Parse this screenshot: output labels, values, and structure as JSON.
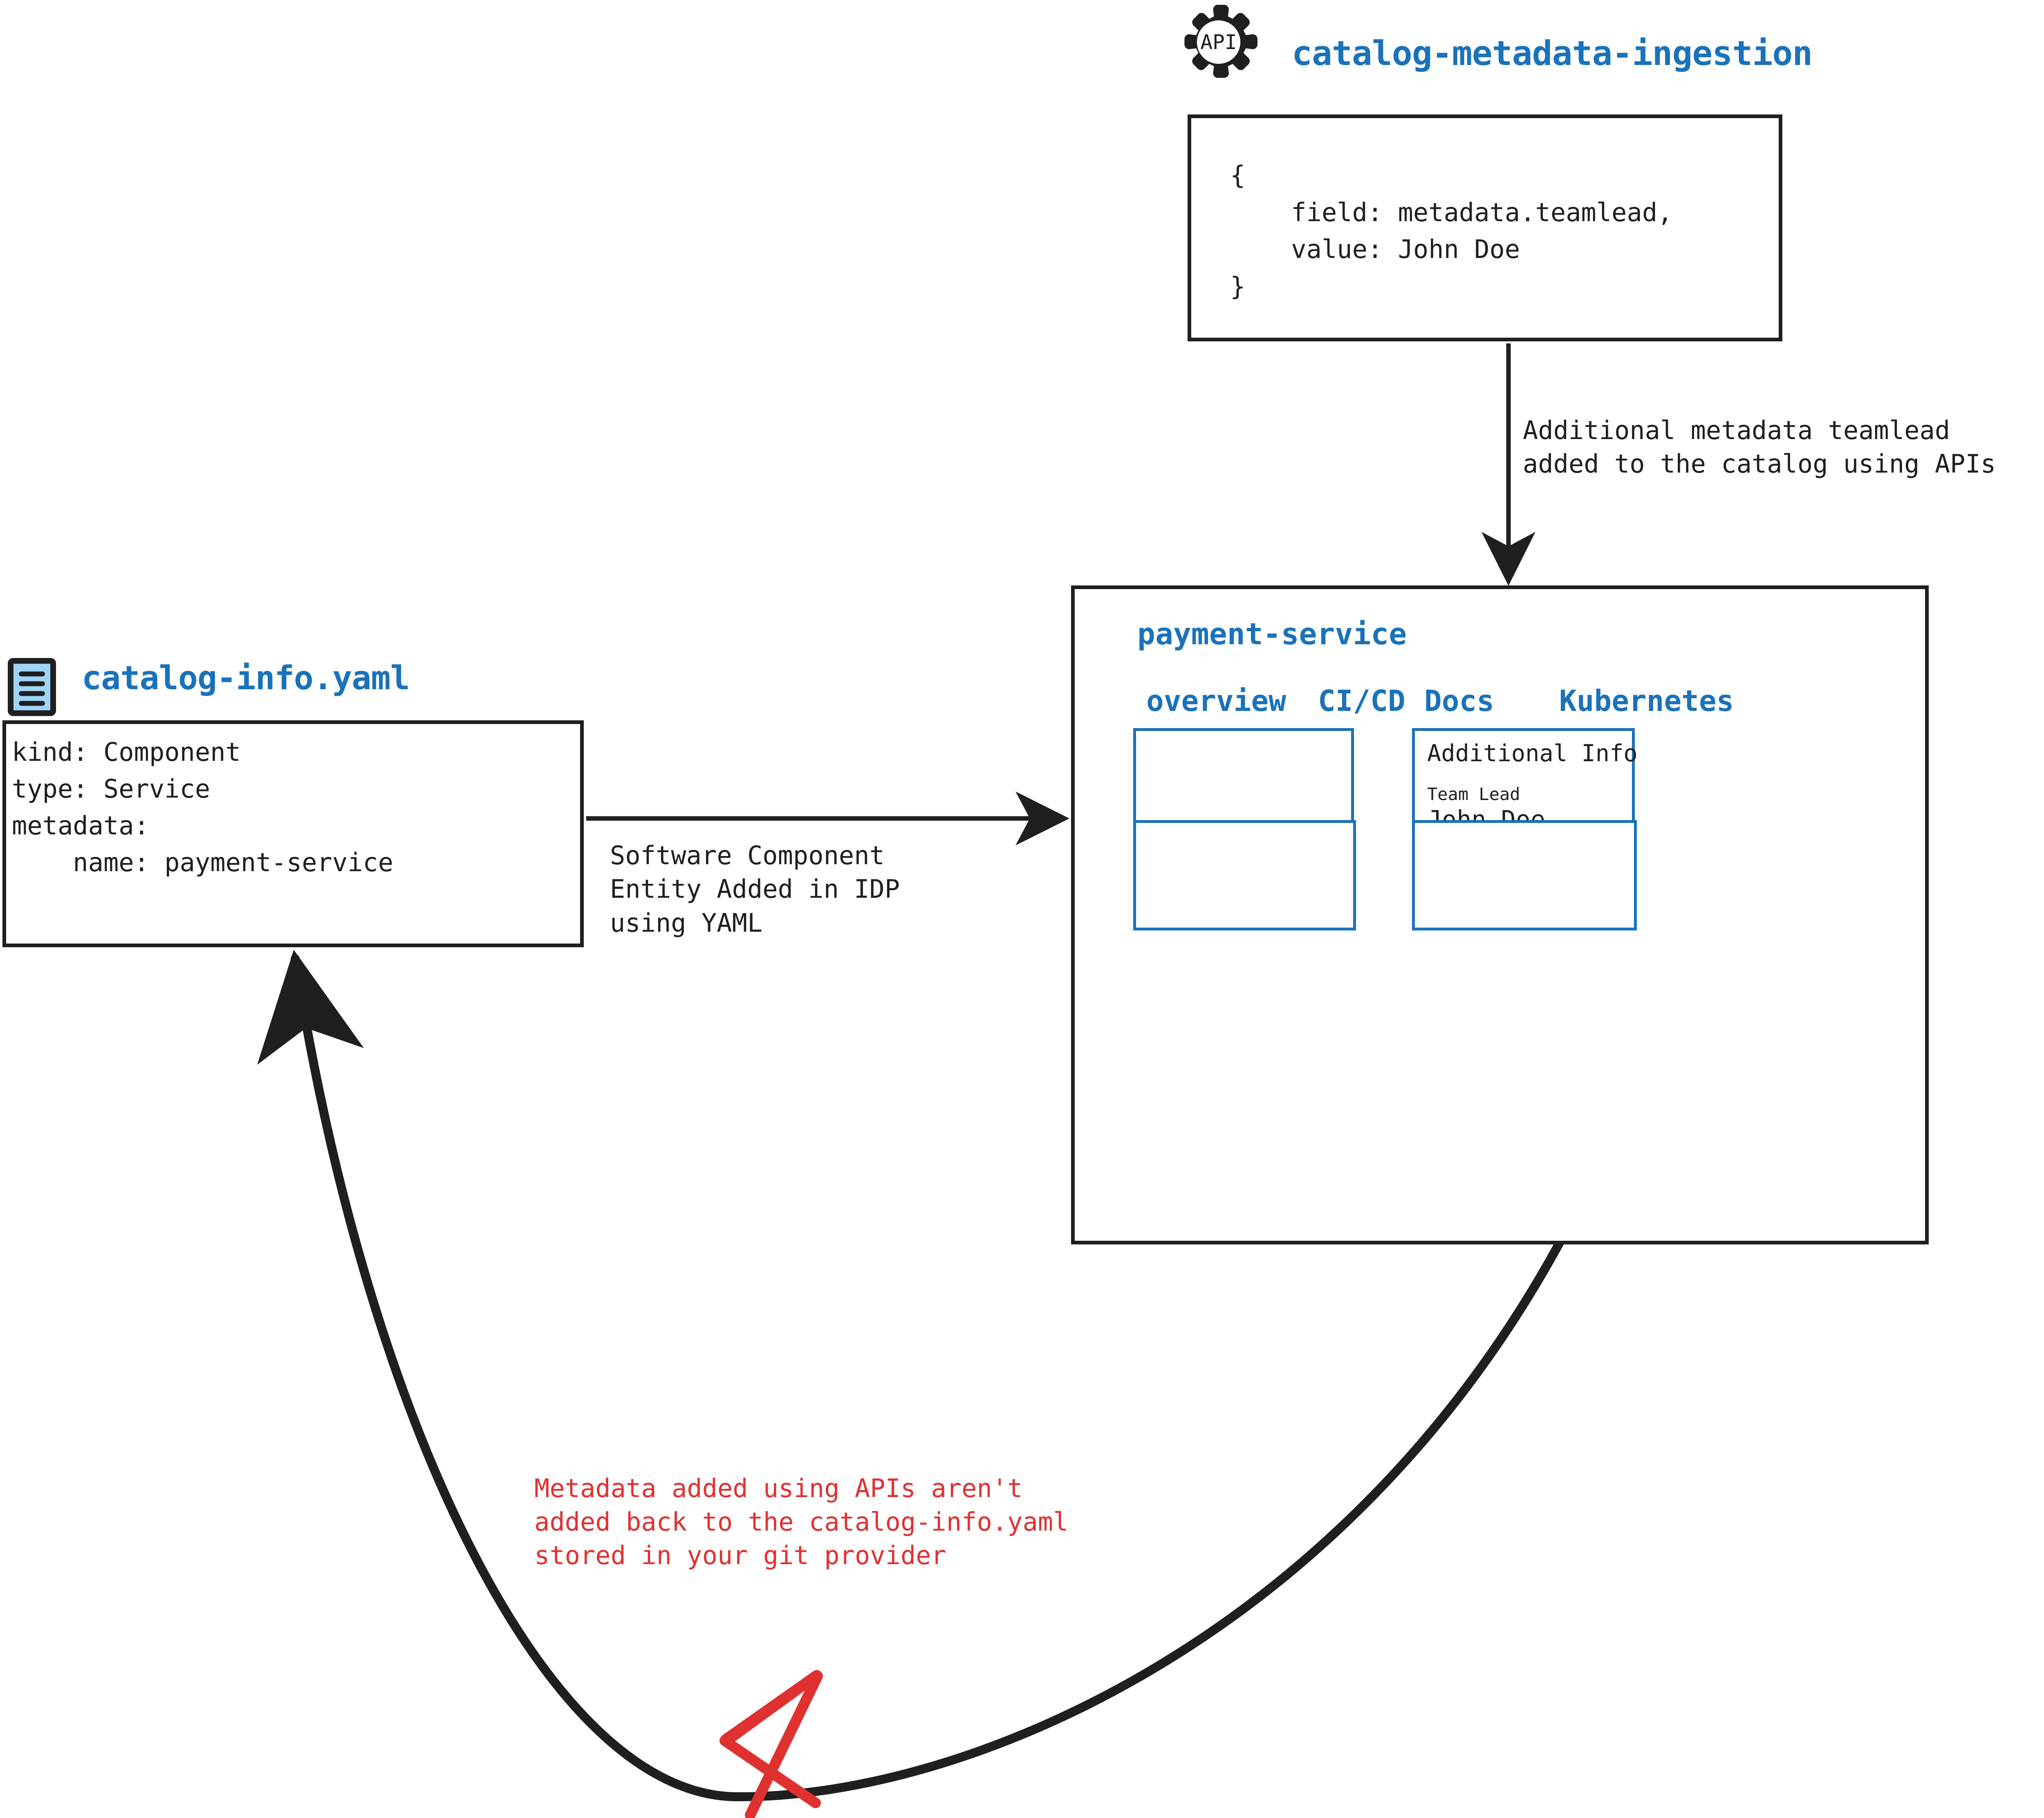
{
  "api_node": {
    "icon": "api-gear-icon",
    "icon_label": "API",
    "title": "catalog-metadata-ingestion",
    "code": "{\n    field: metadata.teamlead,\n    value: John Doe\n}"
  },
  "yaml_node": {
    "icon": "yaml-file-icon",
    "title": "catalog-info.yaml",
    "code": "kind: Component\ntype: Service\nmetadata:\n    name: payment-service"
  },
  "panel": {
    "title": "payment-service",
    "tabs": [
      {
        "label": "overview"
      },
      {
        "label": "CI/CD"
      },
      {
        "label": "Docs"
      },
      {
        "label": "Kubernetes"
      }
    ],
    "cards": {
      "overview_card": "",
      "info_card": {
        "heading": "Additional Info",
        "label": "Team Lead",
        "value": "John Doe"
      },
      "bottom_left_card": "",
      "bottom_right_card": ""
    }
  },
  "connectors": {
    "api_to_panel_label": "Additional metadata teamlead\nadded to the catalog using APIs",
    "yaml_to_panel_label": "Software Component\nEntity Added in IDP\nusing YAML",
    "panel_to_yaml_label": "Metadata added using APIs aren't\nadded back to the catalog-info.yaml\nstored in your git provider",
    "blocked_marker": "red-x-mark"
  },
  "colors": {
    "accent_blue": "#1a72ba",
    "warning_red": "#e03131",
    "stroke_dark": "#1f1f1f",
    "file_icon_fill": "#9fd4f9"
  }
}
